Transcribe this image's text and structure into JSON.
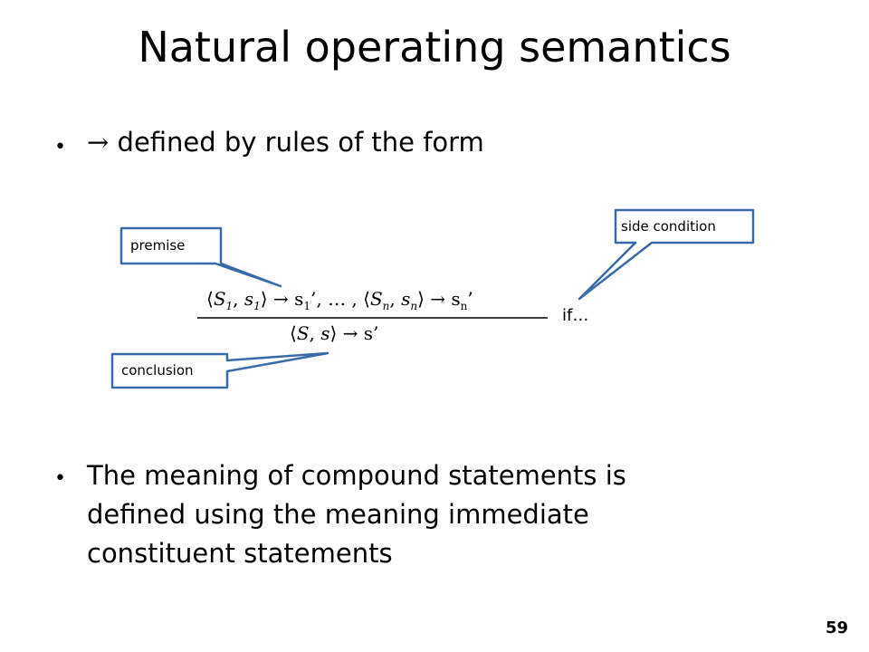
{
  "slide": {
    "title": "Natural operating semantics",
    "bullet1": {
      "arrow_symbol": "→",
      "text": "defined by rules of the form"
    },
    "rule": {
      "premise_first": "S",
      "premise_first_sub": "1",
      "premise_state": "s",
      "premise_state_sub": "1",
      "premise_arrow": "→",
      "premise_result": "s",
      "premise_result_sub": "1",
      "ellipsis": "…",
      "premise_last": "S",
      "premise_last_sub": "n",
      "premise_last_state": "s",
      "premise_last_state_sub": "n",
      "premise_last_result": "s",
      "premise_last_result_sub": "n",
      "conclusion_stmt": "S",
      "conclusion_state": "s",
      "conclusion_result": "s’",
      "side_condition_text": "if…"
    },
    "callouts": {
      "premise": "premise",
      "conclusion": "conclusion",
      "side_condition": "side condition"
    },
    "bullet2": {
      "lines": [
        "The meaning of compound statements is",
        "defined using the meaning immediate",
        "constituent statements"
      ]
    },
    "page_number": "59"
  },
  "colors": {
    "callout_border": "#3a6aa8",
    "text": "#000000"
  }
}
